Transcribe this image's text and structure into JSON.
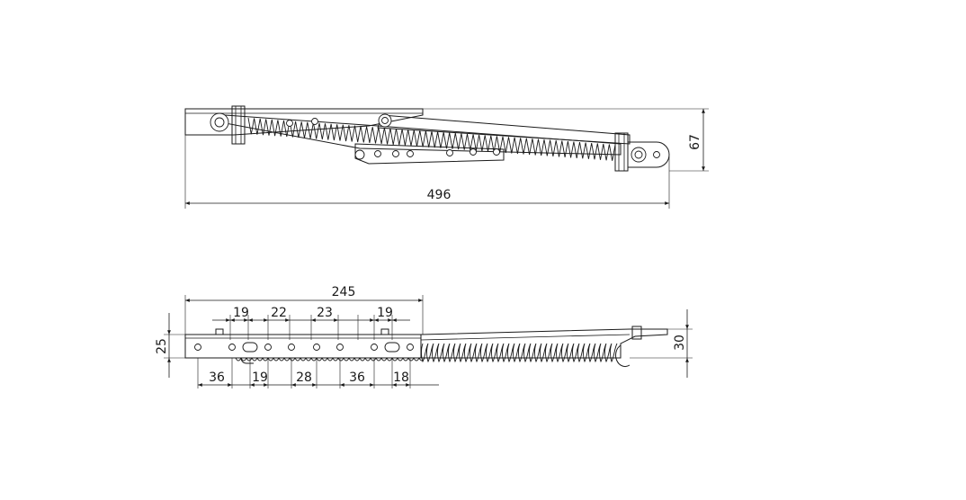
{
  "top_view": {
    "length_label": "496",
    "height_label": "67"
  },
  "bottom_view": {
    "overall_label": "245",
    "height_left_label": "25",
    "height_right_label": "30",
    "upper_labels": [
      "19",
      "22",
      "23",
      "19"
    ],
    "lower_labels": [
      "36",
      "19",
      "28",
      "36",
      "18"
    ]
  }
}
